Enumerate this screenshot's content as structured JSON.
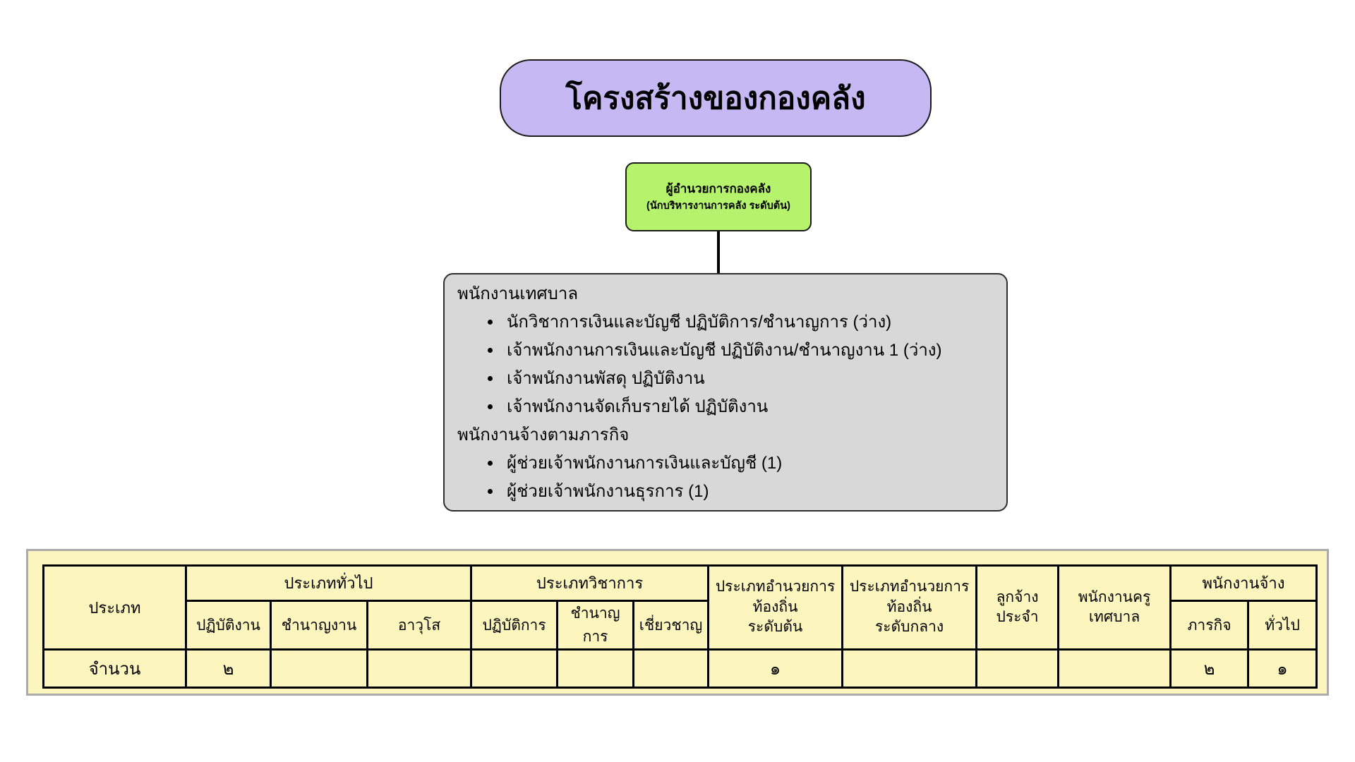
{
  "title": {
    "text": "โครงสร้างของกองคลัง"
  },
  "director": {
    "name": "ผู้อำนวยการกองคลัง",
    "position": "(นักบริหารงานการคลัง ระดับต้น)"
  },
  "staff": {
    "sections": [
      {
        "header": "พนักงานเทศบาล",
        "items": [
          "นักวิชาการเงินและบัญชี ปฏิบัติการ/ชำนาญการ (ว่าง)",
          "เจ้าพนักงานการเงินและบัญชี ปฏิบัติงาน/ชำนาญงาน 1 (ว่าง)",
          "เจ้าพนักงานพัสดุ ปฏิบัติงาน",
          "เจ้าพนักงานจัดเก็บรายได้ ปฏิบัติงาน"
        ]
      },
      {
        "header": "พนักงานจ้างตามภารกิจ",
        "items": [
          "ผู้ช่วยเจ้าพนักงานการเงินและบัญชี (1)",
          "ผู้ช่วยเจ้าพนักงานธุรการ (1)"
        ]
      }
    ]
  },
  "table": {
    "row_label": "ประเภท",
    "groups": {
      "general": "ประเภททั่วไป",
      "academic": "ประเภทวิชาการ",
      "director_entry": "ประเภทอำนวยการ\nท้องถิ่น\nระดับต้น",
      "director_middle": "ประเภทอำนวยการ\nท้องถิ่น\nระดับกลาง",
      "permanent_employee": "ลูกจ้าง\nประจำ",
      "teacher": "พนักงานครู\nเทศบาล",
      "hired_employee": "พนักงานจ้าง"
    },
    "subheaders": [
      "ปฏิบัติงาน",
      "ชำนาญงาน",
      "อาวุโส",
      "ปฏิบัติการ",
      "ชำนาญการ",
      "เชี่ยวชาญ",
      "ภารกิจ",
      "ทั่วไป"
    ],
    "data_label": "จำนวน",
    "data_row": [
      "จำนวน",
      "๒",
      "",
      "",
      "",
      "",
      "",
      "๑",
      "",
      "",
      "",
      "๒",
      "๑"
    ]
  },
  "colors": {
    "title_bg": "#c6b9f3",
    "director_bg": "#b4f36b",
    "staff_bg": "#d8d8d8",
    "table_bg": "#fcf5bd",
    "table_frame": "#ababab"
  }
}
